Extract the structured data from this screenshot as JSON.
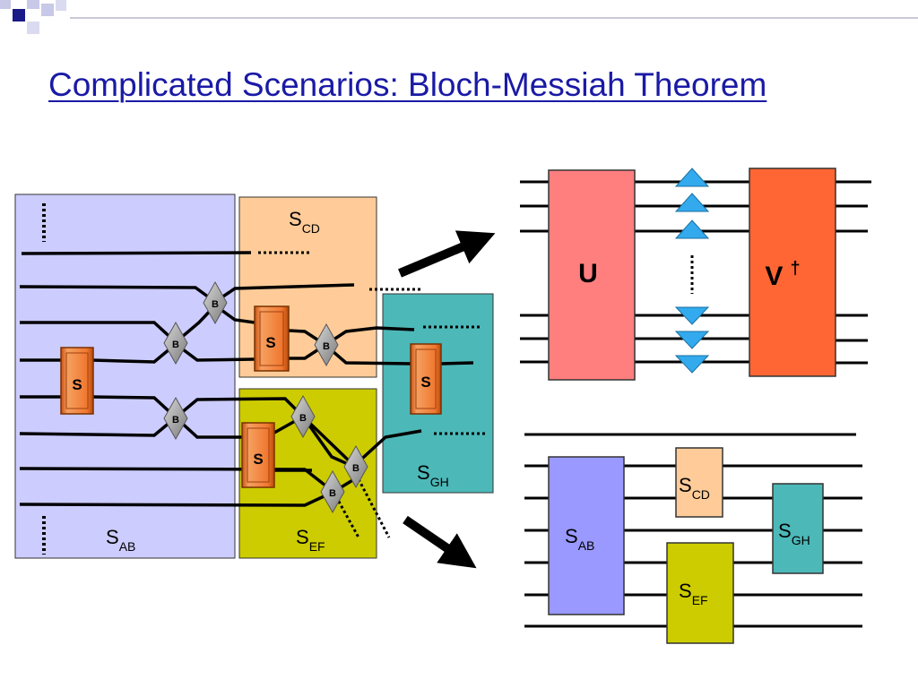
{
  "slide": {
    "title": "Complicated Scenarios: Bloch-Messiah Theorem"
  },
  "left_circuit": {
    "regions": {
      "ab": {
        "label": "S",
        "sub": "AB"
      },
      "cd": {
        "label": "S",
        "sub": "CD"
      },
      "ef": {
        "label": "S",
        "sub": "EF"
      },
      "gh": {
        "label": "S",
        "sub": "GH"
      }
    },
    "squeezer_label": "S",
    "splitter_label": "B"
  },
  "top_right": {
    "u_label": "U",
    "v_label": "V",
    "v_superscript": "†"
  },
  "bottom_right": {
    "blocks": {
      "ab": {
        "label": "S",
        "sub": "AB"
      },
      "cd": {
        "label": "S",
        "sub": "CD"
      },
      "ef": {
        "label": "S",
        "sub": "EF"
      },
      "gh": {
        "label": "S",
        "sub": "GH"
      }
    }
  },
  "colors": {
    "title": "#1a1aa6",
    "region_ab": "#ccccff",
    "region_cd": "#ffcc99",
    "region_ef": "#cccc00",
    "region_gh": "#4db8b8",
    "squeezer": "#f07830",
    "splitter": "#9a9a9a",
    "u_block": "#ff7f7f",
    "v_block": "#ff6633",
    "triangle": "#33aaee",
    "block_ab": "#9999ff"
  }
}
